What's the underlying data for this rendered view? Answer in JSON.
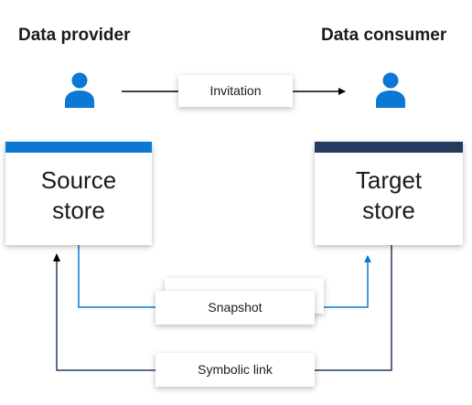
{
  "provider": {
    "heading": "Data provider"
  },
  "consumer": {
    "heading": "Data consumer"
  },
  "invitation": {
    "label": "Invitation"
  },
  "source_store": {
    "line1": "Source",
    "line2": "store",
    "bar_color": "#0a78d4"
  },
  "target_store": {
    "line1": "Target",
    "line2": "store",
    "bar_color": "#243a5e"
  },
  "snapshot": {
    "label": "Snapshot",
    "line_color": "#0a78d4"
  },
  "symbolic_link": {
    "label": "Symbolic link",
    "line_color": "#243a5e"
  },
  "colors": {
    "person_icon": "#0a78d4",
    "arrow_black": "#000000",
    "text": "#1b1b1b"
  },
  "icons": {
    "provider": "person-icon",
    "consumer": "person-icon"
  }
}
